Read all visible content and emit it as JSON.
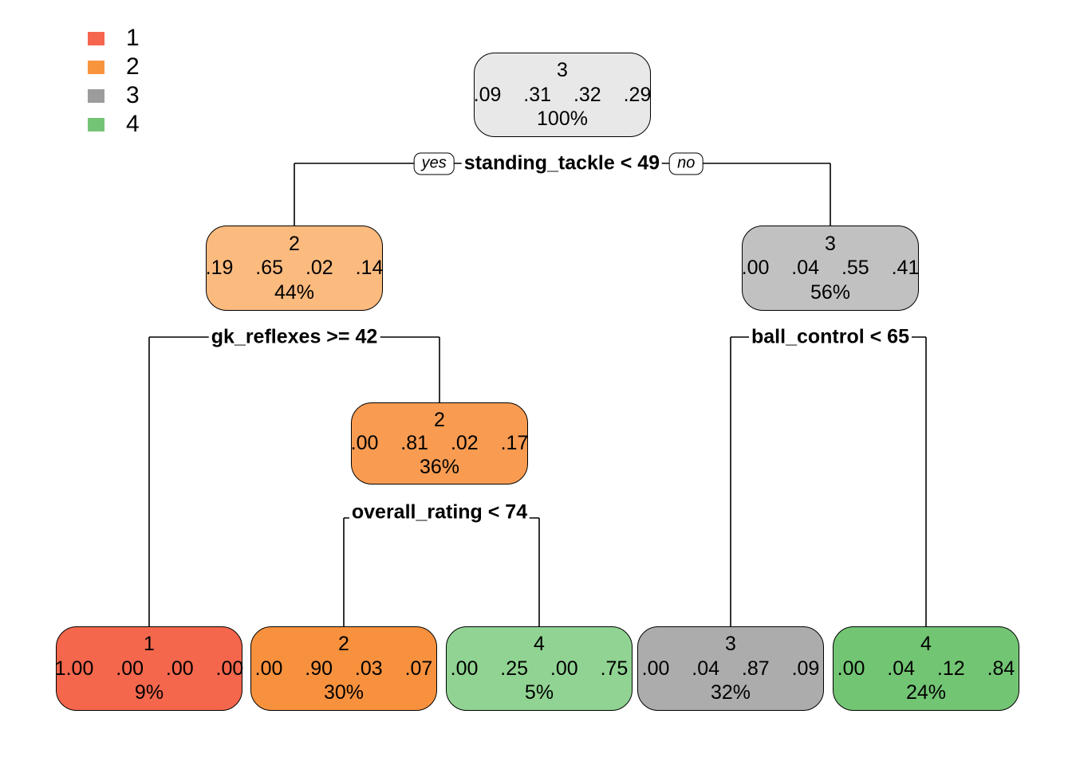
{
  "figure": {
    "type": "decision-tree",
    "background": "#FFFFFF",
    "line_color": "#000000",
    "legend": {
      "items": [
        {
          "label": "1",
          "color": "#F4664D"
        },
        {
          "label": "2",
          "color": "#F8943E"
        },
        {
          "label": "3",
          "color": "#9C9C9C"
        },
        {
          "label": "4",
          "color": "#74C476"
        }
      ]
    },
    "splits": {
      "root": {
        "condition": "standing_tackle < 49",
        "yes_label": "yes",
        "no_label": "no"
      },
      "left": {
        "condition": "gk_reflexes >= 42"
      },
      "right": {
        "condition": "ball_control < 65"
      },
      "mid": {
        "condition": "overall_rating < 74"
      }
    },
    "nodes": {
      "root": {
        "class": "3",
        "probs": ".09  .31  .32  .29",
        "coverage": "100%",
        "color": "#E8E8E8"
      },
      "left_44": {
        "class": "2",
        "probs": ".19  .65  .02  .14",
        "coverage": "44%",
        "color": "#FBBA7E"
      },
      "right_56": {
        "class": "3",
        "probs": ".00  .04  .55  .41",
        "coverage": "56%",
        "color": "#C1C1C1"
      },
      "mid_36": {
        "class": "2",
        "probs": ".00  .81  .02  .17",
        "coverage": "36%",
        "color": "#F99C52"
      },
      "leaf_1_9": {
        "class": "1",
        "probs": "1.00  .00  .00  .00",
        "coverage": "9%",
        "color": "#F4674D"
      },
      "leaf_2_30": {
        "class": "2",
        "probs": ".00  .90  .03  .07",
        "coverage": "30%",
        "color": "#F8913D"
      },
      "leaf_4_5": {
        "class": "4",
        "probs": ".00  .25  .00  .75",
        "coverage": "5%",
        "color": "#90D392"
      },
      "leaf_3_32": {
        "class": "3",
        "probs": ".00  .04  .87  .09",
        "coverage": "32%",
        "color": "#ACACAC"
      },
      "leaf_4_24": {
        "class": "4",
        "probs": ".00  .04  .12  .84",
        "coverage": "24%",
        "color": "#72C573"
      }
    }
  }
}
